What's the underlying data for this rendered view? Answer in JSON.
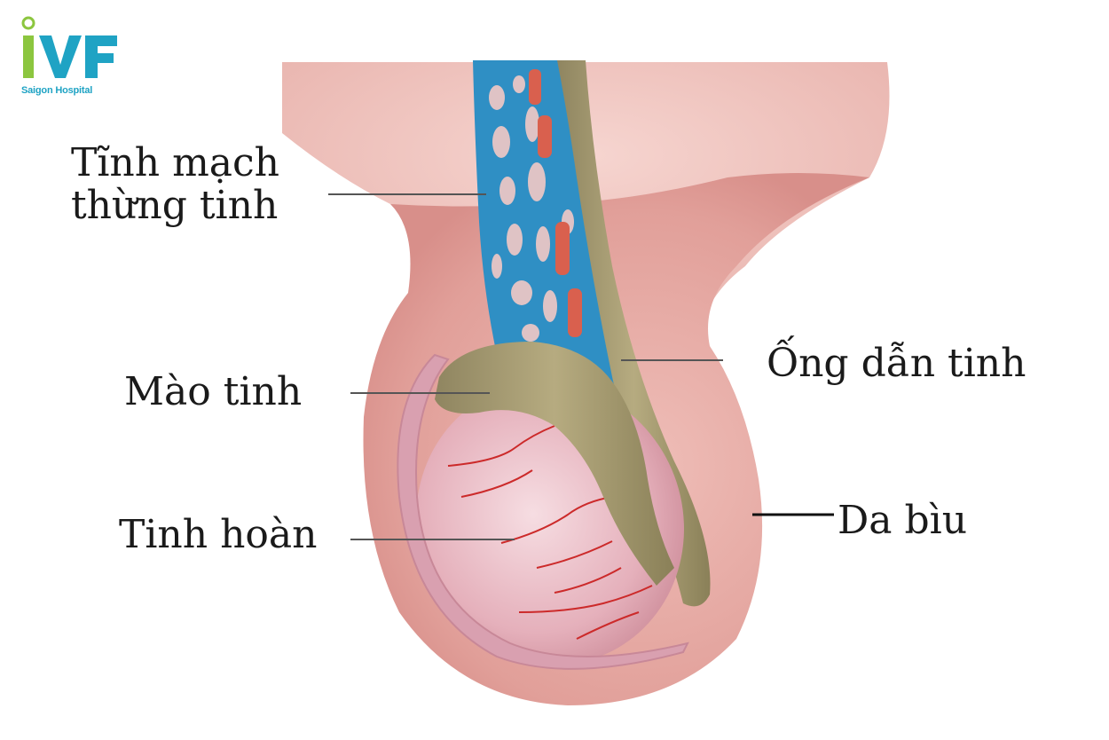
{
  "logo": {
    "wordmark": "IVF",
    "subtitle": "Saigon Hospital",
    "colors": {
      "teal": "#1fa3c4",
      "green": "#8cc63f"
    }
  },
  "labels": {
    "spermatic_veins_line1": "Tĩnh mạch",
    "spermatic_veins_line2": "thừng tinh",
    "vas_deferens": "Ống dẫn tinh",
    "epididymis": "Mào tinh",
    "testis": "Tinh hoàn",
    "scrotum": "Da bìu"
  },
  "colors": {
    "skin": "#e6a9a4",
    "skin_light": "#f4d3cf",
    "vein": "#2f8fc4",
    "artery": "#d9604e",
    "vas": "#a99e75",
    "testis": "#e9b7c1",
    "testis_vessel": "#cc2a2a",
    "leader_line": "#555555"
  }
}
